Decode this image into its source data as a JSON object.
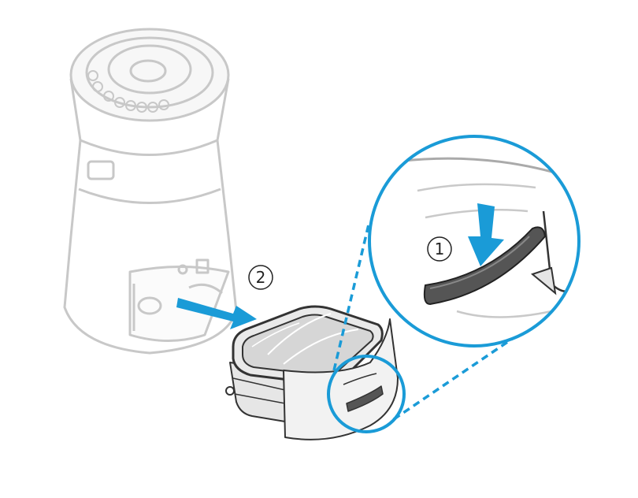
{
  "steps": [
    {
      "number": "1",
      "symbol": "①",
      "action": "press-latch-down"
    },
    {
      "number": "2",
      "symbol": "②",
      "action": "pull-tray-out"
    }
  ],
  "colors": {
    "accent": "#1a9bd7",
    "station_outline": "#c8c8c8",
    "tray_outline": "#333333",
    "latch_fill": "#555555"
  },
  "icons": [
    "station-illustration",
    "dust-tray-illustration",
    "latch-icon",
    "down-arrow-icon",
    "pull-arrow-icon",
    "magnifier-circle"
  ]
}
